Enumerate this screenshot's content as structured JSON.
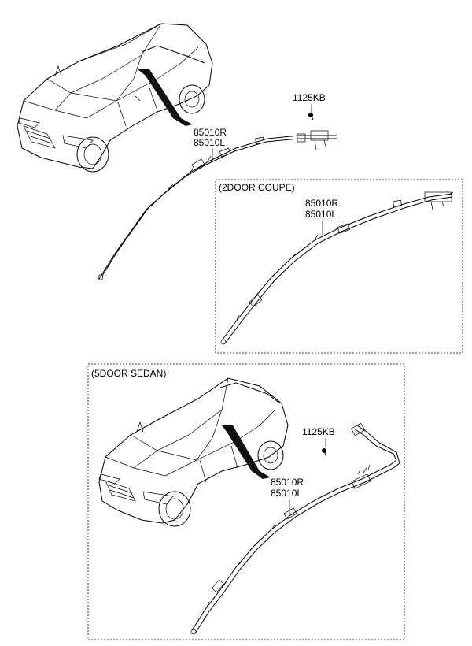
{
  "labels": {
    "part_right": "85010R",
    "part_left": "85010L",
    "bolt": "1125KB"
  },
  "boxes": {
    "coupe": "(2DOOR COUPE)",
    "hatch": "(5DOOR SEDAN)"
  }
}
